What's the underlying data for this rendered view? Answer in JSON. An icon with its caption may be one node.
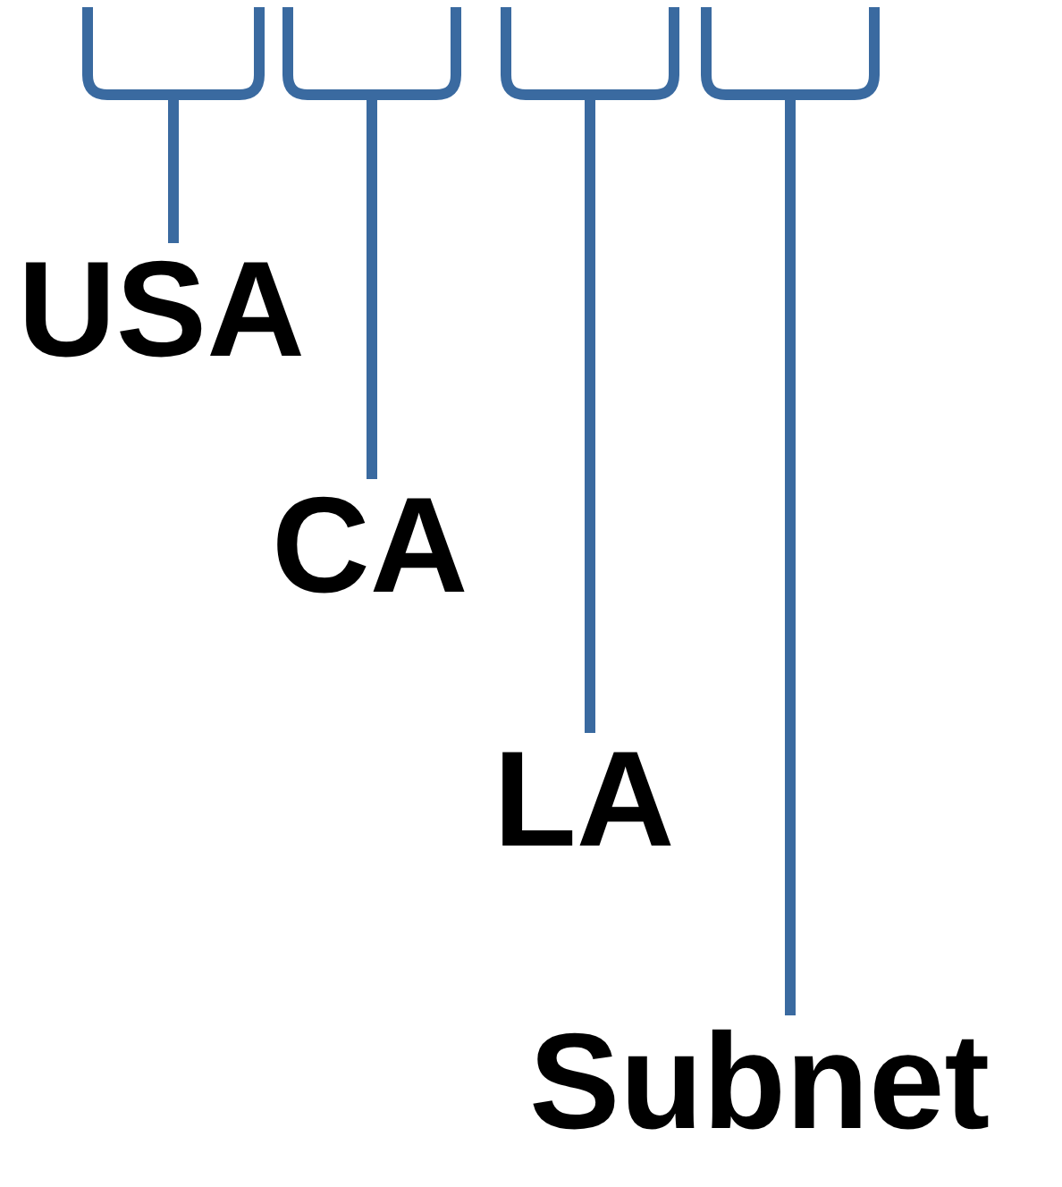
{
  "diagram": {
    "nodes": [
      {
        "text": [],
        "shape": "bracket"
      },
      {
        "text": [],
        "shape": "bracket"
      },
      {
        "text": [],
        "shape": "bracket"
      },
      {
        "text": [],
        "shape": "bracket"
      },
      {
        "text": [
          "USA"
        ]
      },
      {
        "text": [
          "CA"
        ]
      },
      {
        "text": [
          "LA"
        ]
      },
      {
        "text": [
          "Subnet"
        ]
      }
    ],
    "edges": [
      {
        "from": 4,
        "to": 0,
        "arrow": "none"
      },
      {
        "from": 5,
        "to": 1,
        "arrow": "none"
      },
      {
        "from": 6,
        "to": 2,
        "arrow": "none"
      },
      {
        "from": 7,
        "to": 3,
        "arrow": "none"
      }
    ]
  }
}
